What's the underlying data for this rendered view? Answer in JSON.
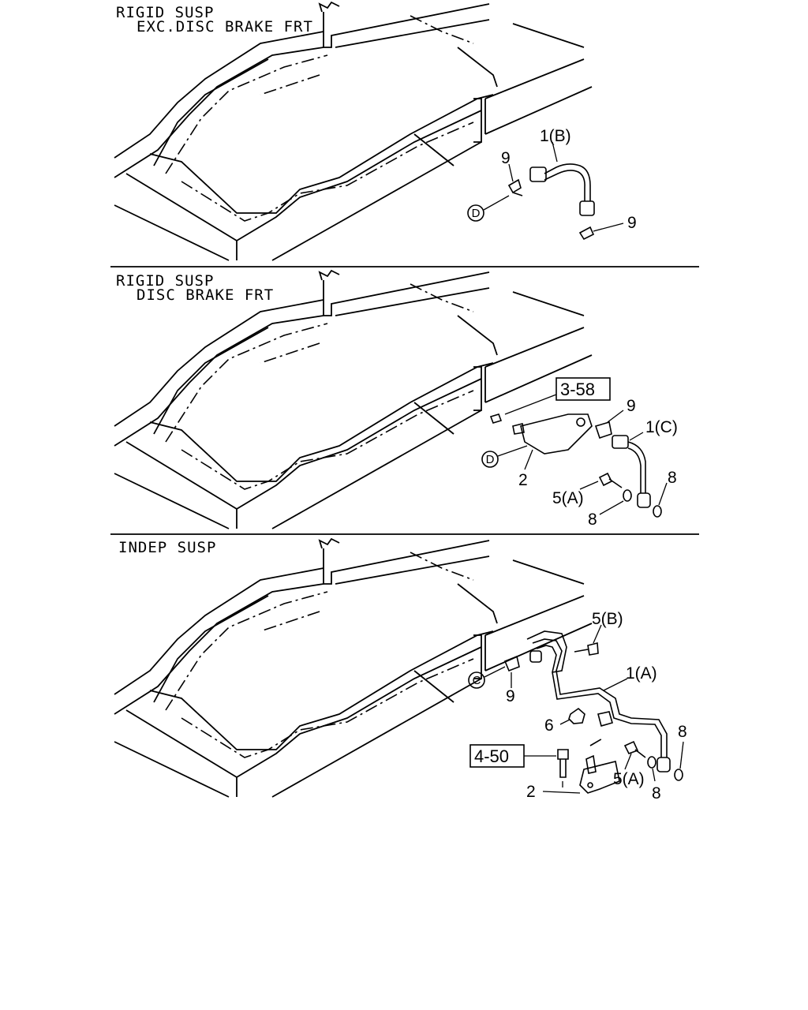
{
  "sections": [
    {
      "title_line1": "RIGID SUSP",
      "title_line2": "EXC.DISC BRAKE FRT",
      "callouts": {
        "hose": "1(B)",
        "clip_top": "9",
        "clip_bottom": "9",
        "circle": "D"
      }
    },
    {
      "title_line1": "RIGID SUSP",
      "title_line2": "DISC BRAKE FRT",
      "callouts": {
        "ref_box": "3-58",
        "clip": "9",
        "hose": "1(C)",
        "circle": "D",
        "bracket": "2",
        "bolt": "5(A)",
        "washer_a": "8",
        "washer_b": "8"
      }
    },
    {
      "title_line1": "INDEP SUSP",
      "callouts": {
        "bolt_b": "5(B)",
        "pipe": "1(A)",
        "circle": "C",
        "clip": "9",
        "nut": "6",
        "washer_a": "8",
        "ref_box": "4-50",
        "bolt_a": "5(A)",
        "washer_b": "8",
        "bracket": "2"
      }
    }
  ]
}
